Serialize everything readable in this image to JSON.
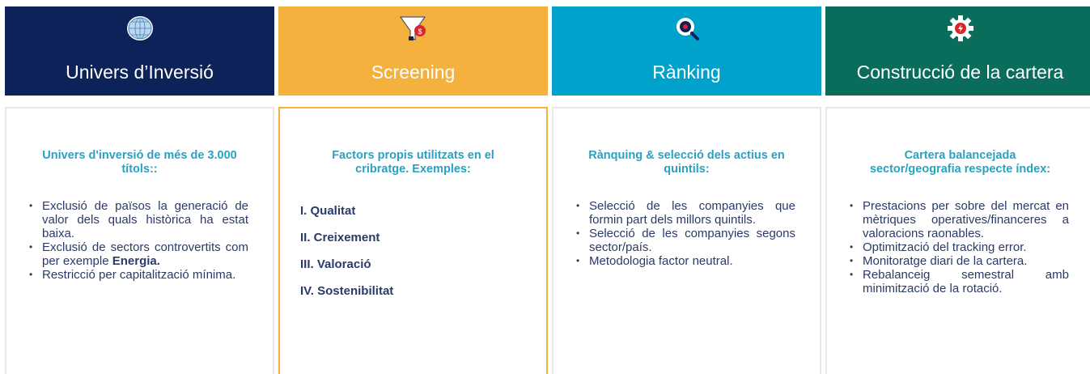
{
  "columns": [
    {
      "title": "Univers d’Inversió",
      "icon": "globe-icon",
      "panel_title": "Univers d'inversió de més de 3.000 títols::",
      "bullets": [
        "Exclusió de països la generació de valor dels quals històrica ha estat baixa.",
        "Exclusió de sectors controvertits com per exemple",
        "Restricció per capitalització mínima."
      ],
      "emphasis": "Energia."
    },
    {
      "title": "Screening",
      "icon": "funnel-dollar-icon",
      "panel_title": "Factors propis utilitzats en el cribratge. Exemples:",
      "factors": [
        "I. Qualitat",
        "II. Creixement",
        "III. Valoració",
        "IV. Sostenibilitat"
      ]
    },
    {
      "title": "Rànking",
      "icon": "magnifier-icon",
      "panel_title": "Rànquing & selecció dels actius en quintils:",
      "bullets": [
        "Selecció de les companyies que formin part dels millors quintils.",
        "Selecció de les companyies segons sector/país.",
        "Metodologia factor neutral."
      ]
    },
    {
      "title": "Construcció de la cartera",
      "icon": "gear-icon",
      "panel_title": "Cartera balancejada sector/geografia respecte índex:",
      "bullets": [
        "Prestacions per sobre del mercat en mètriques operatives/financeres a valoracions raonables.",
        "Optimització del tracking error.",
        "Monitoratge diari de la cartera.",
        "Rebalanceig semestral amb minimització de la rotació."
      ]
    }
  ],
  "colors": {
    "col1": "#0d2258",
    "col2": "#f4b13d",
    "col3": "#00a2cb",
    "col4": "#0a6d5c",
    "accent_text": "#2aa1c2"
  }
}
